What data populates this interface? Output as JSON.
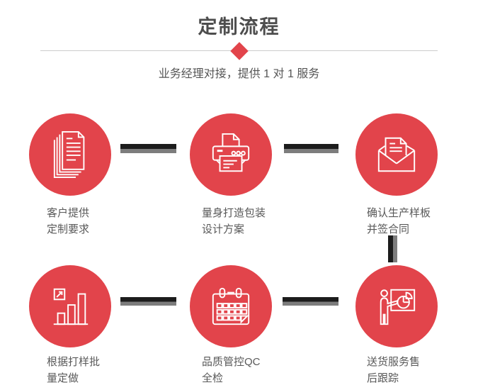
{
  "page": {
    "title": "定制流程",
    "subtitle": "业务经理对接，提供 1 对 1 服务"
  },
  "colors": {
    "accent_red": "#e2444b",
    "connector_dark": "#1c1c1c",
    "connector_gray": "#7d7d7d",
    "divider_gray": "#cccccc",
    "title_text": "#4d4d4d",
    "body_text": "#595959",
    "icon_stroke": "#ffffff"
  },
  "steps": [
    {
      "icon": "documents-icon",
      "line1": "客户提供",
      "line2": "定制要求"
    },
    {
      "icon": "printer-icon",
      "line1": "量身打造包装",
      "line2": "设计方案"
    },
    {
      "icon": "envelope-icon",
      "line1": "确认生产样板",
      "line2": "并签合同"
    },
    {
      "icon": "bar-chart-icon",
      "line1": "根据打样批",
      "line2": "量定做"
    },
    {
      "icon": "calendar-icon",
      "line1": "品质管控QC",
      "line2": "全检"
    },
    {
      "icon": "presentation-icon",
      "line1": "送货服务售",
      "line2": "后跟踪"
    }
  ]
}
